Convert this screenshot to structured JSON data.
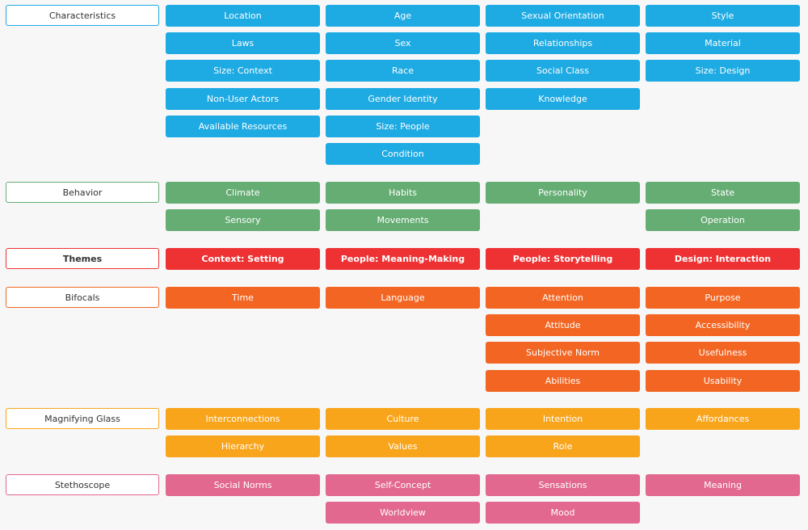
{
  "groups": [
    {
      "id": "characteristics",
      "label": "Characteristics",
      "color": "#1eaae2",
      "columns": [
        [
          "Location",
          "Laws",
          "Size: Context",
          "Non-User Actors",
          "Available Resources"
        ],
        [
          "Age",
          "Sex",
          "Race",
          "Gender Identity",
          "Size: People",
          "Condition"
        ],
        [
          "Sexual Orientation",
          "Relationships",
          "Social Class",
          "Knowledge"
        ],
        [
          "Style",
          "Material",
          "Size: Design"
        ]
      ]
    },
    {
      "id": "behavior",
      "label": "Behavior",
      "color": "#66ad74",
      "columns": [
        [
          "Climate",
          "Sensory"
        ],
        [
          "Habits",
          "Movements"
        ],
        [
          "Personality"
        ],
        [
          "State",
          "Operation"
        ]
      ]
    },
    {
      "id": "themes",
      "label": "Themes",
      "color": "#ee3234",
      "bold": true,
      "columns": [
        [
          "Context: Setting"
        ],
        [
          "People: Meaning-Making"
        ],
        [
          "People: Storytelling"
        ],
        [
          "Design: Interaction"
        ]
      ]
    },
    {
      "id": "bifocals",
      "label": "Bifocals",
      "color": "#f26522",
      "columns": [
        [
          "Time"
        ],
        [
          "Language"
        ],
        [
          "Attention",
          "Attitude",
          "Subjective Norm",
          "Abilities"
        ],
        [
          "Purpose",
          "Accessibility",
          "Usefulness",
          "Usability"
        ]
      ]
    },
    {
      "id": "magnifying-glass",
      "label": "Magnifying Glass",
      "color": "#f8a51c",
      "columns": [
        [
          "Interconnections",
          "Hierarchy"
        ],
        [
          "Culture",
          "Values"
        ],
        [
          "Intention",
          "Role"
        ],
        [
          "Affordances"
        ]
      ]
    },
    {
      "id": "stethoscope",
      "label": "Stethoscope",
      "color": "#e26890",
      "columns": [
        [
          "Social Norms"
        ],
        [
          "Self-Concept",
          "Worldview"
        ],
        [
          "Sensations",
          "Mood"
        ],
        [
          "Meaning"
        ]
      ]
    }
  ]
}
